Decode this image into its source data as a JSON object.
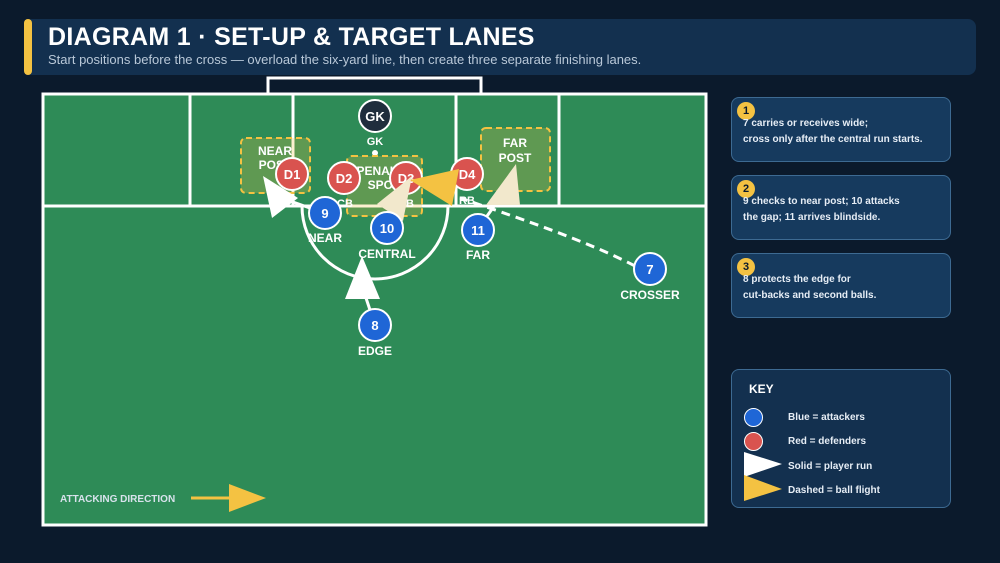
{
  "header": {
    "title": "DIAGRAM 1 · SET-UP & TARGET LANES",
    "subtitle": "Start positions before the cross — overload the six-yard line, then create three separate finishing lanes."
  },
  "zones": {
    "near_post": [
      "NEAR",
      "POST"
    ],
    "penalty_spot": [
      "PENALTY",
      "SPOT"
    ],
    "far_post": [
      "FAR",
      "POST"
    ]
  },
  "goalkeeper": {
    "marker": "GK",
    "label": "GK"
  },
  "defenders": [
    {
      "marker": "D1",
      "label": ""
    },
    {
      "marker": "D2",
      "label": "CB"
    },
    {
      "marker": "D3",
      "label": "CB"
    },
    {
      "marker": "D4",
      "label": "RB"
    }
  ],
  "attackers": [
    {
      "marker": "9",
      "label": "NEAR"
    },
    {
      "marker": "10",
      "label": "CENTRAL"
    },
    {
      "marker": "11",
      "label": "FAR"
    },
    {
      "marker": "7",
      "label": "CROSSER"
    },
    {
      "marker": "8",
      "label": "EDGE"
    }
  ],
  "direction_label": "ATTACKING DIRECTION",
  "notes": [
    {
      "num": "1",
      "lines": [
        "7 carries or receives wide;",
        "cross only after the central run starts."
      ]
    },
    {
      "num": "2",
      "lines": [
        "9 checks to near post; 10 attacks",
        "the gap; 11 arrives blindside."
      ]
    },
    {
      "num": "3",
      "lines": [
        "8 protects the edge for",
        "cut-backs and second balls."
      ]
    }
  ],
  "key": {
    "title": "KEY",
    "items": [
      "Blue = attackers",
      "Red = defenders",
      "Solid = player run",
      "Dashed = ball flight"
    ]
  },
  "colors": {
    "pitch": "#2e8b57",
    "attacker": "#1f66d6",
    "defender": "#d9534f",
    "goalkeeper": "#1f2d3d",
    "accent": "#f4c242",
    "run_arrow": "#ffffff",
    "zone_border": "#f4c242"
  }
}
